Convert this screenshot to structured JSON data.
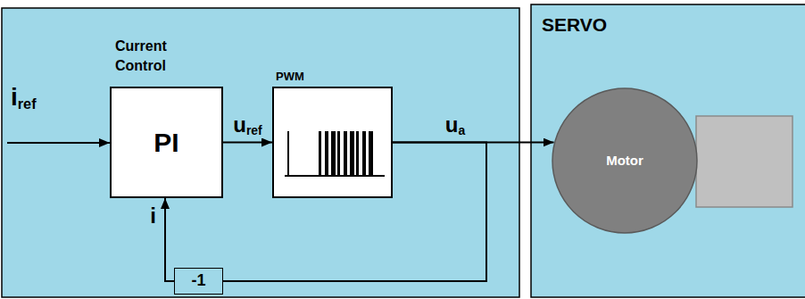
{
  "diagram": {
    "nodes": [
      {
        "text": [
          "Current Control",
          "PI"
        ]
      },
      {
        "text": [
          "PWM"
        ]
      },
      {
        "text": [
          "SERVO"
        ]
      },
      {
        "text": [
          "Motor"
        ],
        "in": 2
      },
      {
        "text": [
          "-1"
        ]
      }
    ],
    "edges": [
      {
        "from": 0,
        "to": 1,
        "arrow": "to",
        "label": "uref"
      },
      {
        "from": 1,
        "to": 3,
        "arrow": "to",
        "label": "ua"
      },
      {
        "from": 1,
        "to": 4,
        "arrow": "none"
      },
      {
        "from": 4,
        "to": 0,
        "arrow": "to",
        "label": "i"
      }
    ],
    "labels": [
      "iref"
    ]
  }
}
